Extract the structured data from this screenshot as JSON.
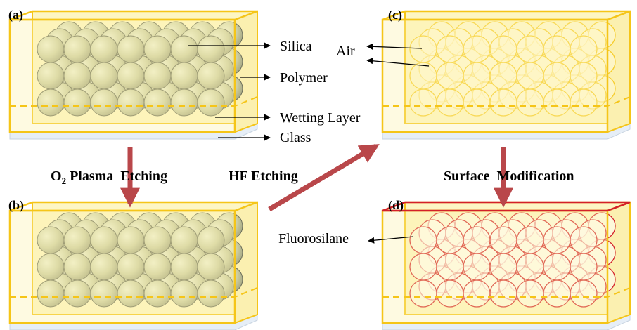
{
  "panels": {
    "a": {
      "label": "(a)"
    },
    "b": {
      "label": "(b)"
    },
    "c": {
      "label": "(c)"
    },
    "d": {
      "label": "(d)"
    }
  },
  "labels": {
    "silica": "Silica",
    "polymer": "Polymer",
    "wetting_layer": "Wetting Layer",
    "glass": "Glass",
    "air": "Air",
    "fluorosilane": "Fluorosilane"
  },
  "steps": {
    "plasma_prefix": "O",
    "plasma_sub": "2",
    "plasma_rest": " Plasma  Etching",
    "hf": "HF Etching",
    "surface": "Surface  Modification"
  },
  "colors": {
    "frame": "#f5c518",
    "polymer_fill": "#fdf6c4",
    "glass": "#e6eef7",
    "sphere_fill": "#cfd1a6",
    "sphere_stroke": "#6b6e5a",
    "hollow_stroke": "#f6cc2a",
    "fluoro_stroke": "#d3202a",
    "arrow": "#b9474a"
  }
}
